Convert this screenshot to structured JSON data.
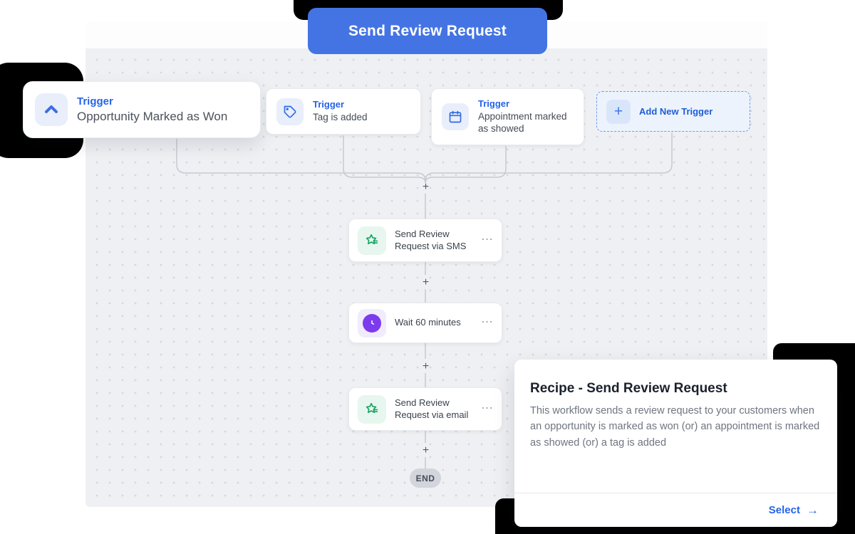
{
  "banner": {
    "label": "Send Review Request"
  },
  "triggers": [
    {
      "label": "Trigger",
      "title": "Opportunity Marked as Won",
      "icon": "chevron-up-icon"
    },
    {
      "label": "Trigger",
      "title": "Tag is added",
      "icon": "tag-icon"
    },
    {
      "label": "Trigger",
      "title": "Appointment marked as showed",
      "icon": "calendar-icon"
    }
  ],
  "add_trigger": {
    "label": "Add New Trigger",
    "plus_glyph": "+"
  },
  "steps": [
    {
      "title": "Send Review Request via SMS",
      "icon": "review-star-icon"
    },
    {
      "title": "Wait 60 minutes",
      "icon": "clock-icon"
    },
    {
      "title": "Send Review Request via email",
      "icon": "review-star-icon"
    }
  ],
  "canvas": {
    "plus_glyph": "+",
    "menu_glyph": "⋯",
    "end_label": "END"
  },
  "recipe_panel": {
    "title": "Recipe - Send Review Request",
    "description": "This workflow sends a review request to your customers when an opportunity is marked as won (or) an appointment is marked as showed (or) a tag is added",
    "select_label": "Select",
    "select_arrow": "→"
  },
  "colors": {
    "accent_blue": "#2563eb",
    "button_blue": "#4474e3",
    "step_green": "#18a464",
    "wait_purple": "#7c3bec",
    "end_gray": "#d2d5db"
  }
}
